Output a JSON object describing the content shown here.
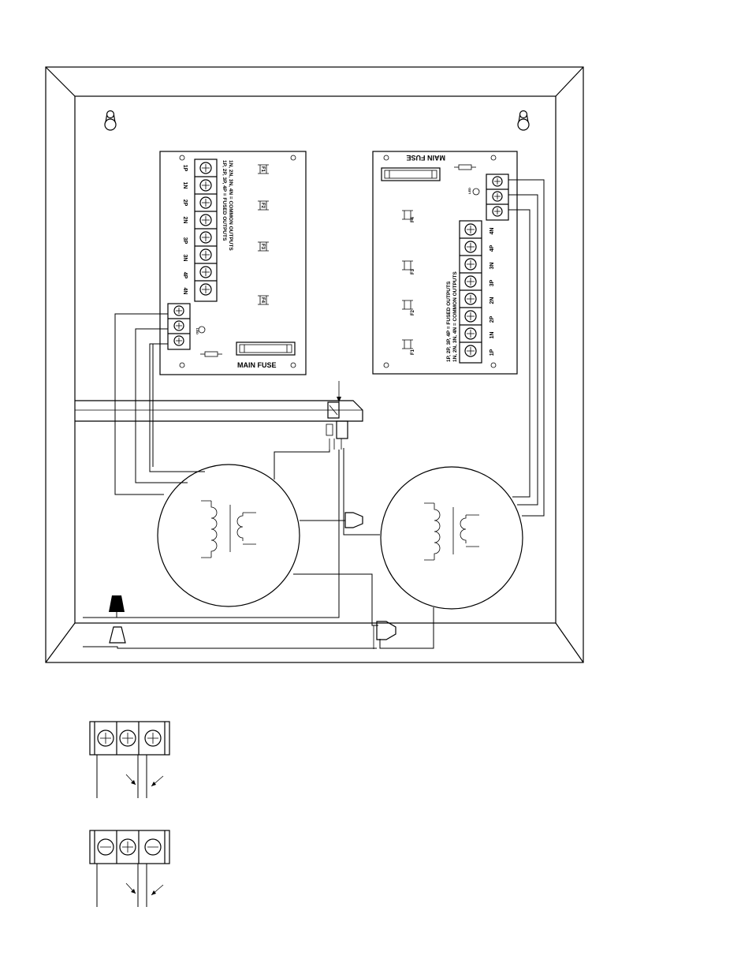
{
  "left_board": {
    "legend_line1": "1P, 2P, 3P, 4P = FUSED OUTPUTS",
    "legend_line2": "1N, 2N, 3N, 4N = COMMON OUTPUTS",
    "terminals": [
      "1P",
      "1N",
      "2P",
      "2N",
      "3P",
      "3N",
      "4P",
      "4N"
    ],
    "fuses": [
      "F1",
      "F2",
      "F3",
      "F4"
    ],
    "main_fuse_label": "MAIN FUSE",
    "led_label": "LED"
  },
  "right_board": {
    "legend_line1": "1P, 2P, 3P, 4P = FUSED OUTPUTS",
    "legend_line2": "1N, 2N, 3N, 4N = COMMON OUTPUTS",
    "terminals": [
      "1P",
      "1N",
      "2P",
      "2N",
      "3P",
      "3N",
      "4P",
      "4N"
    ],
    "fuses": [
      "F1",
      "F2",
      "F3",
      "F4"
    ],
    "main_fuse_label": "MAIN FUSE",
    "led_label": "LED"
  },
  "colors": {
    "line": "#000000",
    "background": "#ffffff"
  }
}
